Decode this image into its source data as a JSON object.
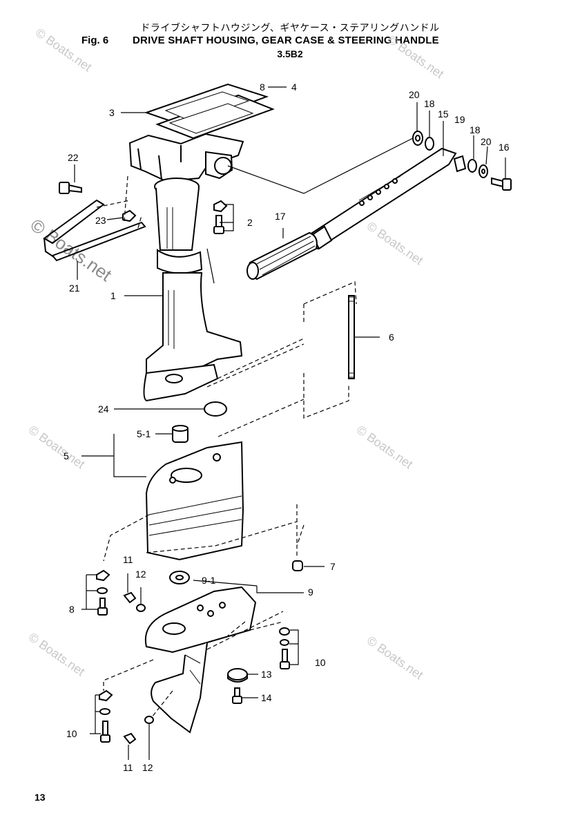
{
  "header": {
    "japanese_title": "ドライブシャフトハウジング、ギヤケース・ステアリングハンドル",
    "fig_label": "Fig. 6",
    "title": "DRIVE SHAFT HOUSING, GEAR CASE & STEERING HANDLE",
    "model": "3.5B2"
  },
  "watermark": {
    "text": "© Boats.net"
  },
  "callouts": {
    "c1": "1",
    "c2": "2",
    "c3": "3",
    "c4": "4",
    "c5": "5",
    "c5_1": "5-1",
    "c6": "6",
    "c7": "7",
    "c8": "8",
    "c8_top": "8",
    "c9": "9",
    "c9_1": "9-1",
    "c10a": "10",
    "c10b": "10",
    "c11a": "11",
    "c11b": "11",
    "c12a": "12",
    "c12b": "12",
    "c13": "13",
    "c14": "14",
    "c15": "15",
    "c16": "16",
    "c17": "17",
    "c18a": "18",
    "c18b": "18",
    "c19": "19",
    "c20a": "20",
    "c20b": "20",
    "c21": "21",
    "c22": "22",
    "c23": "23",
    "c24": "24"
  },
  "footer": {
    "page_number": "13"
  }
}
